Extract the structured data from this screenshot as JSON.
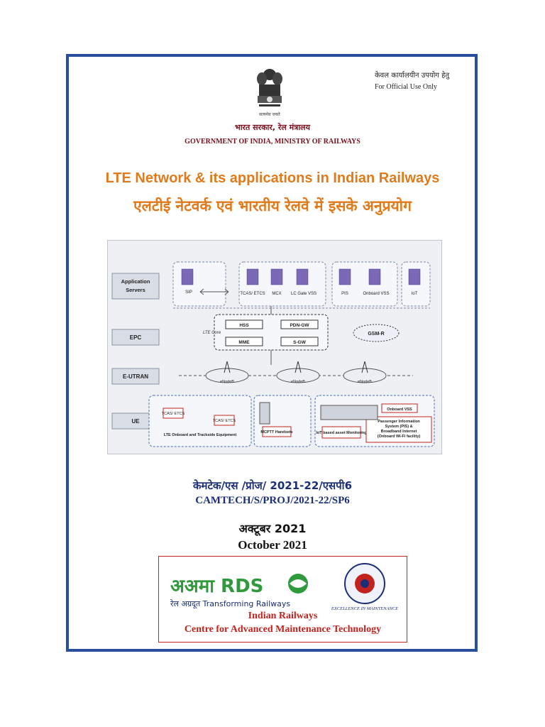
{
  "header": {
    "official_hi": "केवल कार्यालयीन उपयोग हेतु",
    "official_en": "For Official Use Only",
    "emblem_motto": "सत्यमेव जयते",
    "gov_hi": "भारत सरकार, रेल मंत्रालय",
    "gov_en": "GOVERNMENT OF INDIA, MINISTRY OF RAILWAYS"
  },
  "title": {
    "en": "LTE Network & its applications in Indian Railways",
    "hi": "एलटीई नेटवर्क एवं भारतीय रेलवे में इसके अनुप्रयोग"
  },
  "diagram": {
    "layers": [
      "Application Servers",
      "EPC",
      "E-UTRAN",
      "UE"
    ],
    "servers": [
      "SIP",
      "TCAS/ ETCS",
      "MCX",
      "LC Gate VSS",
      "PIS",
      "Onboard VSS",
      "IoT"
    ],
    "lte_core_label": "LTE Core",
    "core": [
      "HSS",
      "PDN-GW",
      "MME",
      "S-GW"
    ],
    "gsmr": "GSM-R",
    "enodeb": "eNodeB",
    "ue_labels": {
      "tcas1": "TCAS/ ETCS",
      "tcas2": "TCAS/ ETCS",
      "onboard_equipment": "LTE Onboard and Trackside Equipment",
      "mcptt": "MCPTT Handsets",
      "iot_asset": "IoT based asset Monitoring",
      "onboard_vss": "Onboard VSS",
      "pis_line1": "Passenger Information",
      "pis_line2": "System (PIS) &",
      "pis_line3": "Broadband Internet",
      "pis_line4": "(Onboard Wi-Fi facility)"
    }
  },
  "doc_number": {
    "hi": "केमटेक/एस /प्रोज/ 2021-22/एसपी6",
    "en": "CAMTECH/S/PROJ/2021-22/SP6"
  },
  "date": {
    "hi": "अक्टूबर 2021",
    "en": "October 2021"
  },
  "footer": {
    "logo_text": "अअमा RDS",
    "logo_tagline": "रेल अग्रदूत Transforming Railways",
    "seal_text": "EXCELLENCE IN MAINTENANCE",
    "org_line1": "Indian Railways",
    "org_line2": "Centre for Advanced Maintenance Technology"
  },
  "colors": {
    "frame_border": "#2a4d9c",
    "title": "#e07a1a",
    "gov_text": "#7a0f1c",
    "doc_no": "#1b2e78",
    "footer_red": "#c2231f"
  }
}
